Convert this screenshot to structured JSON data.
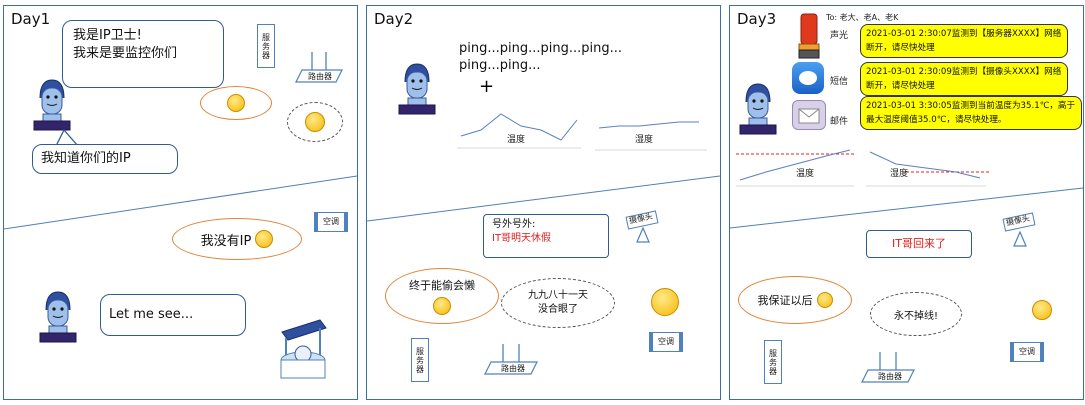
{
  "day1": {
    "title": "Day1",
    "speech_top": "我是IP卫士!\n我来是要监控你们",
    "speech_reply": "我知道你们的IP",
    "server_label": "服务器",
    "router_label": "路由器",
    "ac_speech": "我没有IP",
    "ac_label": "空调",
    "speech_bottom": "Let me see..."
  },
  "day2": {
    "title": "Day2",
    "ping_text": "ping...ping...ping...ping...\nping...ping...",
    "plus": "+",
    "chart_temp_label": "温度",
    "chart_humid_label": "湿度",
    "notice_title": "号外号外:",
    "notice_body": "IT哥明天休假",
    "camera_label": "摄像头",
    "server_speech": "终于能偷会懒",
    "router_thought": "九九八十一天\n没合眼了",
    "server_label": "服务器",
    "router_label": "路由器",
    "ac_label": "空调"
  },
  "day3": {
    "title": "Day3",
    "to_line": "To:  老大、老A、老K",
    "channel_sound": "声光",
    "channel_sms": "短信",
    "channel_mail": "邮件",
    "alert1": "2021-03-01 2:30:07监测到【服务器XXXX】网络断开，请尽快处理",
    "alert2": "2021-03-01 2:30:09监测到【摄像头XXXX】网络断开，请尽快处理",
    "alert3": "2021-03-01 3:30:05监测到当前温度为35.1℃，高于最大温度阈值35.0℃，请尽快处理。",
    "chart_temp_label": "温度",
    "chart_humid_label": "湿度",
    "camera_label": "摄像头",
    "it_back": "IT哥回来了",
    "server_speech": "我保证以后",
    "router_thought": "永不掉线!",
    "server_label": "服务器",
    "router_label": "路由器",
    "ac_label": "空调"
  },
  "colors": {
    "panel_border": "#3b6ea8",
    "alert_yellow": "#ffff00",
    "red_text": "#e02020",
    "orange_outline": "#e0843a"
  }
}
